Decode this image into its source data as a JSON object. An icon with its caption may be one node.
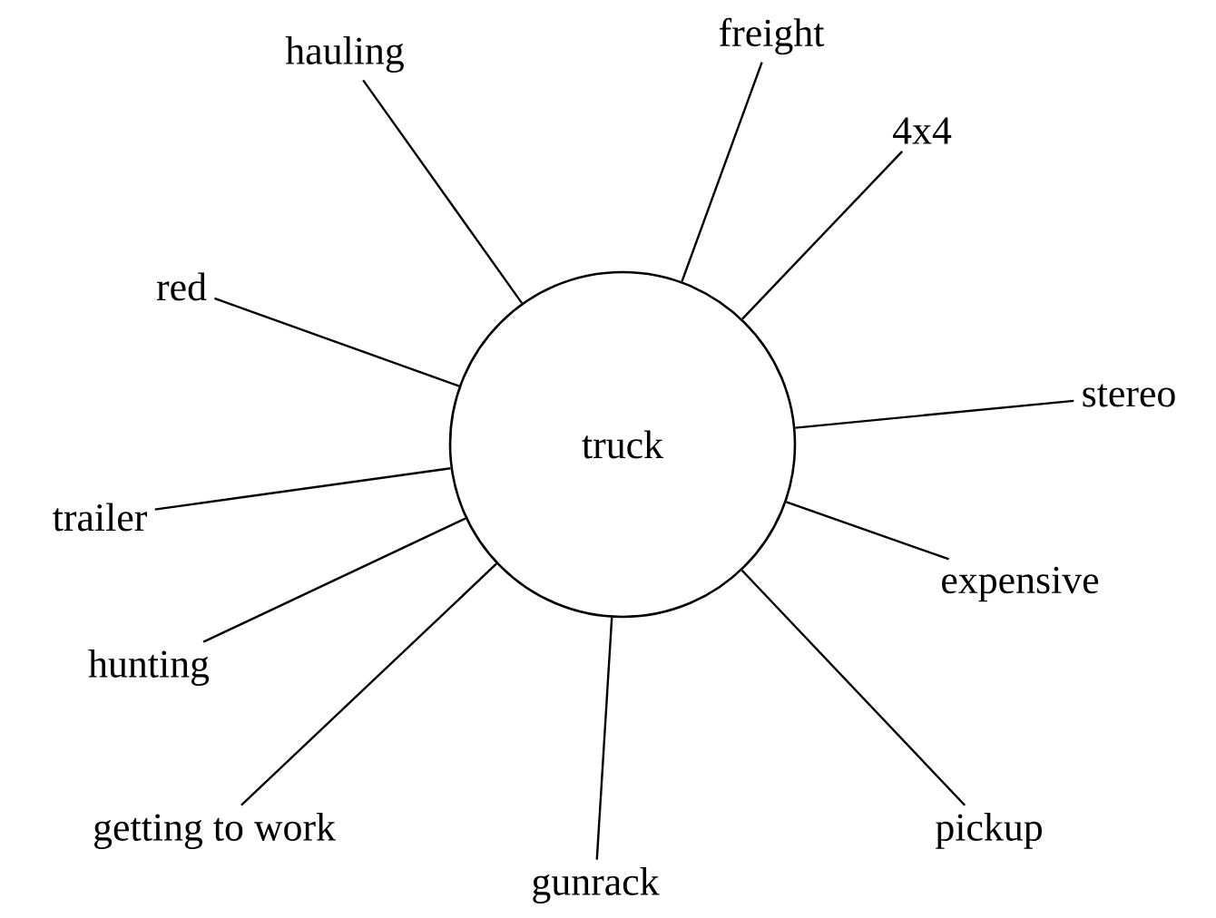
{
  "diagram": {
    "nodes": [
      {
        "text": [
          "truck"
        ]
      },
      {
        "text": [
          "hauling"
        ]
      },
      {
        "text": [
          "freight"
        ]
      },
      {
        "text": [
          "4x4"
        ]
      },
      {
        "text": [
          "red"
        ]
      },
      {
        "text": [
          "stereo"
        ]
      },
      {
        "text": [
          "trailer"
        ]
      },
      {
        "text": [
          "expensive"
        ]
      },
      {
        "text": [
          "hunting"
        ]
      },
      {
        "text": [
          "getting to work"
        ]
      },
      {
        "text": [
          "pickup"
        ]
      },
      {
        "text": [
          "gunrack"
        ]
      }
    ],
    "edges": [
      {
        "from": 1,
        "to": 0,
        "arrow": "none"
      },
      {
        "from": 2,
        "to": 0,
        "arrow": "none"
      },
      {
        "from": 3,
        "to": 0,
        "arrow": "none"
      },
      {
        "from": 4,
        "to": 0,
        "arrow": "none"
      },
      {
        "from": 5,
        "to": 0,
        "arrow": "none"
      },
      {
        "from": 6,
        "to": 0,
        "arrow": "none"
      },
      {
        "from": 7,
        "to": 0,
        "arrow": "none"
      },
      {
        "from": 8,
        "to": 0,
        "arrow": "none"
      },
      {
        "from": 9,
        "to": 0,
        "arrow": "none"
      },
      {
        "from": 10,
        "to": 0,
        "arrow": "none"
      },
      {
        "from": 11,
        "to": 0,
        "arrow": "none"
      }
    ]
  }
}
